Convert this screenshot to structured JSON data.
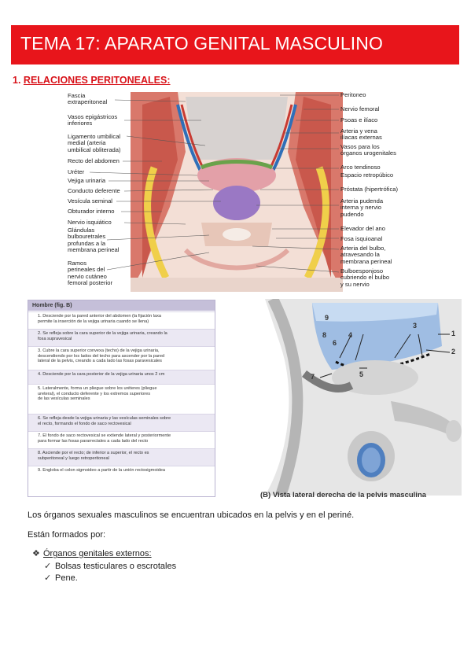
{
  "header": {
    "title": "TEMA 17: APARATO GENITAL MASCULINO",
    "color": "#e8151b"
  },
  "section1": {
    "number": "1.",
    "title": "RELACIONES PERITONEALES:"
  },
  "figure1": {
    "left_labels": [
      "Fascia\nextraperitoneal",
      "Vasos epigástricos\ninferiores",
      "Ligamento umbilical\nmedial (arteria\numbilical obliterada)",
      "Recto del abdomen",
      "Uréter",
      "Vejiga urinaria",
      "Conducto deferente",
      "Vesícula seminal",
      "Obturador interno",
      "Nervio isquiático",
      "Glándulas\nbulbouretrales\nprofundas a la\nmembrana perineal",
      "Ramos\nperineales del\nnervio cutáneo\nfemoral posterior"
    ],
    "right_labels": [
      "Peritoneo",
      "Nervio femoral",
      "Psoas e ilíaco",
      "Arteria y vena\nilíacas externas",
      "Vasos para los\nórganos urogenitales",
      "Arco tendinoso",
      "Espacio retropúbico",
      "Próstata (hipertrófica)",
      "Arteria pudenda\ninterna y nervio\npudendo",
      "Elevador del ano",
      "Fosa isquioanal",
      "Arteria del bulbo,\natravesando la\nmembrana perineal",
      "Bulboesponjoso\ncubriendo el bulbo\ny su nervio"
    ]
  },
  "table": {
    "header": "Hombre (fig. B)",
    "rows": [
      "1. Desciende por la pared anterior del abdomen (la fijación laxa\npermite la inserción de la vejiga urinaria cuando se llena)",
      "2. Se refleja sobre la cara superior de la vejiga urinaria, creando la\nfosa supravesical",
      "3. Cubre la cara superior convexa (techo) de la vejiga urinaria,\ndescendiendo por los lados del techo para ascender por la pared\nlateral de la pelvis, creando a cada lado las fosas paravesicales",
      "4. Desciende por la cara posterior de la vejiga urinaria unos 2 cm",
      "5. Lateralmente, forma un pliegue sobre los uréteres (pliegue\nureteral), el conducto deferente y los extremos superiores\nde las vesículas seminales",
      "6. Se refleja desde la vejiga urinaria y las vesículas seminales sobre\nel recto, formando el fondo de saco rectovesical",
      "7. El fondo de saco rectovesical se extiende lateral y posteriormente\npara formar las fosas pararrectales a cada lado del recto",
      "8. Asciende por el recto; de inferior a superior, el recto es\nsubperitoneal y luego retroperitoneal",
      "9. Engloba el colon sigmoideo a partir de la unión rectosigmoidea"
    ]
  },
  "figure2": {
    "caption": "(B) Vista lateral derecha de la pelvis masculina",
    "numbers": [
      "9",
      "8",
      "6",
      "4",
      "3",
      "1",
      "2",
      "7",
      "5"
    ]
  },
  "body": {
    "para1": "Los órganos sexuales masculinos se encuentran ubicados en la pelvis y en el periné.",
    "para2": "Están formados por:",
    "list_heading": "Órganos genitales externos:",
    "items": [
      "Bolsas testiculares o escrotales",
      "Pene."
    ]
  }
}
